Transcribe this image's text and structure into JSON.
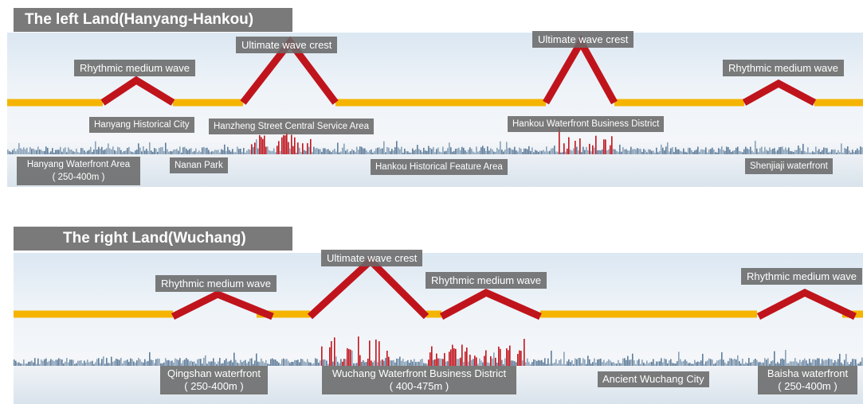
{
  "sections": [
    {
      "title": "The left Land(Hanyang-Hankou)",
      "wave_labels": [
        "Rhythmic medium wave",
        "Ultimate wave crest",
        "Ultimate wave crest",
        "Rhythmic medium wave"
      ],
      "area_labels": [
        "Hanyang Historical City",
        "Hanzheng Street Central Service Area",
        "Hankou Waterfront Business District",
        "Hanyang Waterfront Area\n( 250-400m )",
        "Nanan Park",
        "Hankou Historical Feature Area",
        "Shenjiaji waterfront"
      ]
    },
    {
      "title": "The right Land(Wuchang)",
      "wave_labels": [
        "Ultimate wave crest",
        "Rhythmic medium wave",
        "Rhythmic medium wave",
        "Rhythmic medium wave"
      ],
      "area_labels": [
        "Qingshan waterfront\n( 250-400m )",
        "Wuchang Waterfront Business District\n( 400-475m )",
        "Ancient Wuchang City",
        "Baisha waterfront\n( 250-400m )"
      ]
    }
  ],
  "colors": {
    "flat_line": "#f5b400",
    "wave": "#c0141c",
    "label_bg": "#696969",
    "title_bg": "#7a7a7a"
  }
}
